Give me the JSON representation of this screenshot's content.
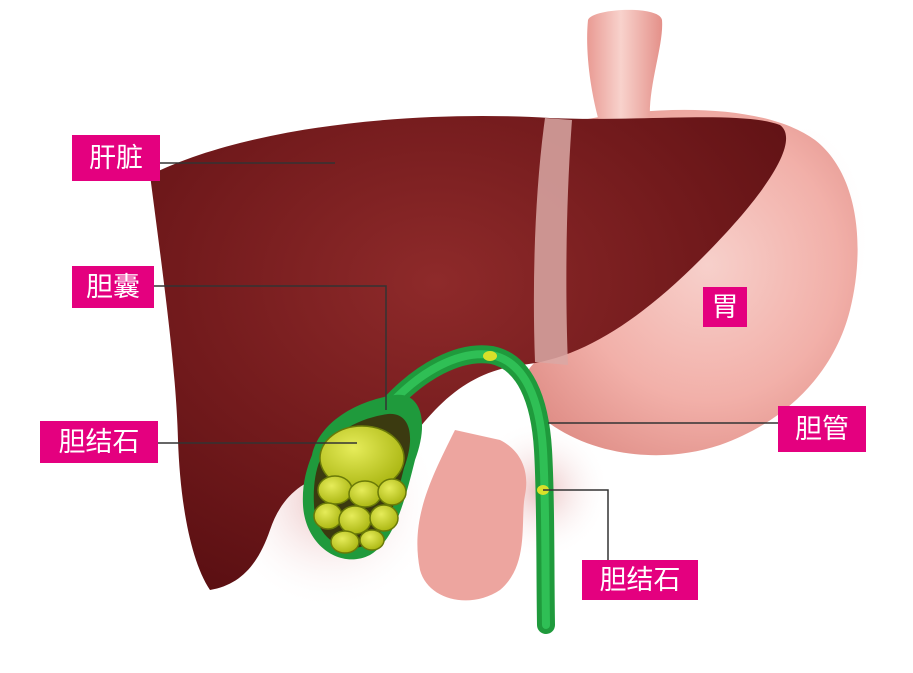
{
  "labels": {
    "liver": "肝脏",
    "gallbladder": "胆囊",
    "gallstone_left": "胆结石",
    "stomach": "胃",
    "bile_duct": "胆管",
    "gallstone_duct": "胆结石"
  },
  "colors": {
    "label_bg": "#e4007f",
    "label_text": "#ffffff",
    "liver": "#6e1518",
    "stomach": "#f3b3ad",
    "bile_duct": "#1f9a3c",
    "gallstone": "#c8d41a",
    "leader_line": "#333333"
  }
}
